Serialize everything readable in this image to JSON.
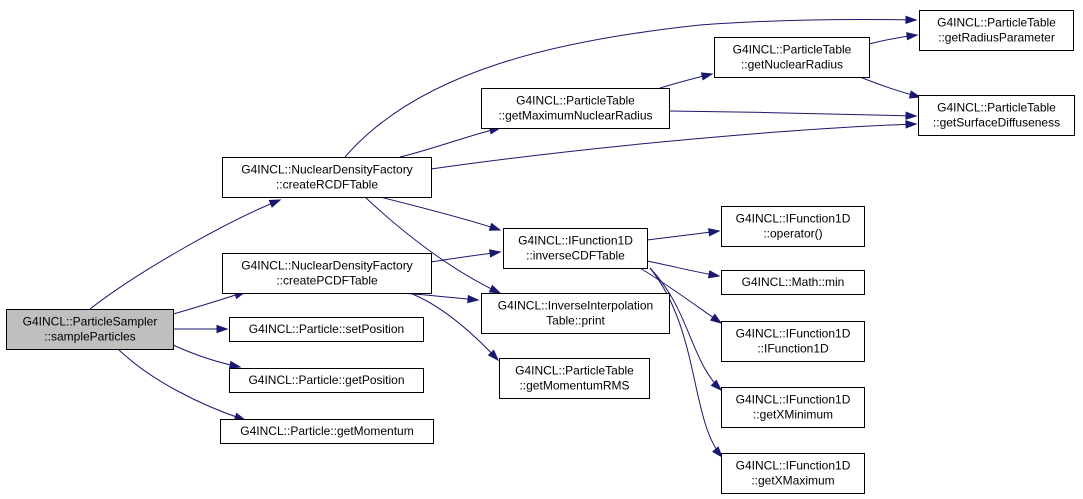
{
  "colors": {
    "edge": "#191970",
    "node_border": "#000000",
    "root_fill": "#bfbfbf",
    "node_fill": "#ffffff"
  },
  "nodes": [
    {
      "id": "sampler",
      "lines": [
        "G4INCL::ParticleSampler",
        "::sampleParticles"
      ],
      "root": true
    },
    {
      "id": "rcdf",
      "lines": [
        "G4INCL::NuclearDensityFactory",
        "::createRCDFTable"
      ]
    },
    {
      "id": "pcdf",
      "lines": [
        "G4INCL::NuclearDensityFactory",
        "::createPCDFTable"
      ]
    },
    {
      "id": "setpos",
      "lines": [
        "G4INCL::Particle::setPosition"
      ]
    },
    {
      "id": "getpos",
      "lines": [
        "G4INCL::Particle::getPosition"
      ]
    },
    {
      "id": "getmom",
      "lines": [
        "G4INCL::Particle::getMomentum"
      ]
    },
    {
      "id": "maxrad",
      "lines": [
        "G4INCL::ParticleTable",
        "::getMaximumNuclearRadius"
      ]
    },
    {
      "id": "invcdf",
      "lines": [
        "G4INCL::IFunction1D",
        "::inverseCDFTable"
      ]
    },
    {
      "id": "invprint",
      "lines": [
        "G4INCL::InverseInterpolation",
        "Table::print"
      ]
    },
    {
      "id": "momrms",
      "lines": [
        "G4INCL::ParticleTable",
        "::getMomentumRMS"
      ]
    },
    {
      "id": "nucrad",
      "lines": [
        "G4INCL::ParticleTable",
        "::getNuclearRadius"
      ]
    },
    {
      "id": "radparam",
      "lines": [
        "G4INCL::ParticleTable",
        "::getRadiusParameter"
      ]
    },
    {
      "id": "surfdiff",
      "lines": [
        "G4INCL::ParticleTable",
        "::getSurfaceDiffuseness"
      ]
    },
    {
      "id": "operator",
      "lines": [
        "G4INCL::IFunction1D",
        "::operator()"
      ]
    },
    {
      "id": "mathmin",
      "lines": [
        "G4INCL::Math::min"
      ]
    },
    {
      "id": "ifunc",
      "lines": [
        "G4INCL::IFunction1D",
        "::IFunction1D"
      ]
    },
    {
      "id": "getxmin",
      "lines": [
        "G4INCL::IFunction1D",
        "::getXMinimum"
      ]
    },
    {
      "id": "getxmax",
      "lines": [
        "G4INCL::IFunction1D",
        "::getXMaximum"
      ]
    }
  ],
  "edges": [
    {
      "from": "sampler",
      "to": "rcdf"
    },
    {
      "from": "sampler",
      "to": "pcdf"
    },
    {
      "from": "sampler",
      "to": "setpos"
    },
    {
      "from": "sampler",
      "to": "getpos"
    },
    {
      "from": "sampler",
      "to": "getmom"
    },
    {
      "from": "rcdf",
      "to": "radparam"
    },
    {
      "from": "rcdf",
      "to": "maxrad"
    },
    {
      "from": "rcdf",
      "to": "surfdiff"
    },
    {
      "from": "rcdf",
      "to": "invcdf"
    },
    {
      "from": "rcdf",
      "to": "invprint"
    },
    {
      "from": "pcdf",
      "to": "invcdf"
    },
    {
      "from": "pcdf",
      "to": "invprint"
    },
    {
      "from": "pcdf",
      "to": "momrms"
    },
    {
      "from": "maxrad",
      "to": "nucrad"
    },
    {
      "from": "maxrad",
      "to": "surfdiff"
    },
    {
      "from": "nucrad",
      "to": "radparam"
    },
    {
      "from": "nucrad",
      "to": "surfdiff"
    },
    {
      "from": "invcdf",
      "to": "operator"
    },
    {
      "from": "invcdf",
      "to": "mathmin"
    },
    {
      "from": "invcdf",
      "to": "ifunc"
    },
    {
      "from": "invcdf",
      "to": "getxmin"
    },
    {
      "from": "invcdf",
      "to": "getxmax"
    }
  ]
}
